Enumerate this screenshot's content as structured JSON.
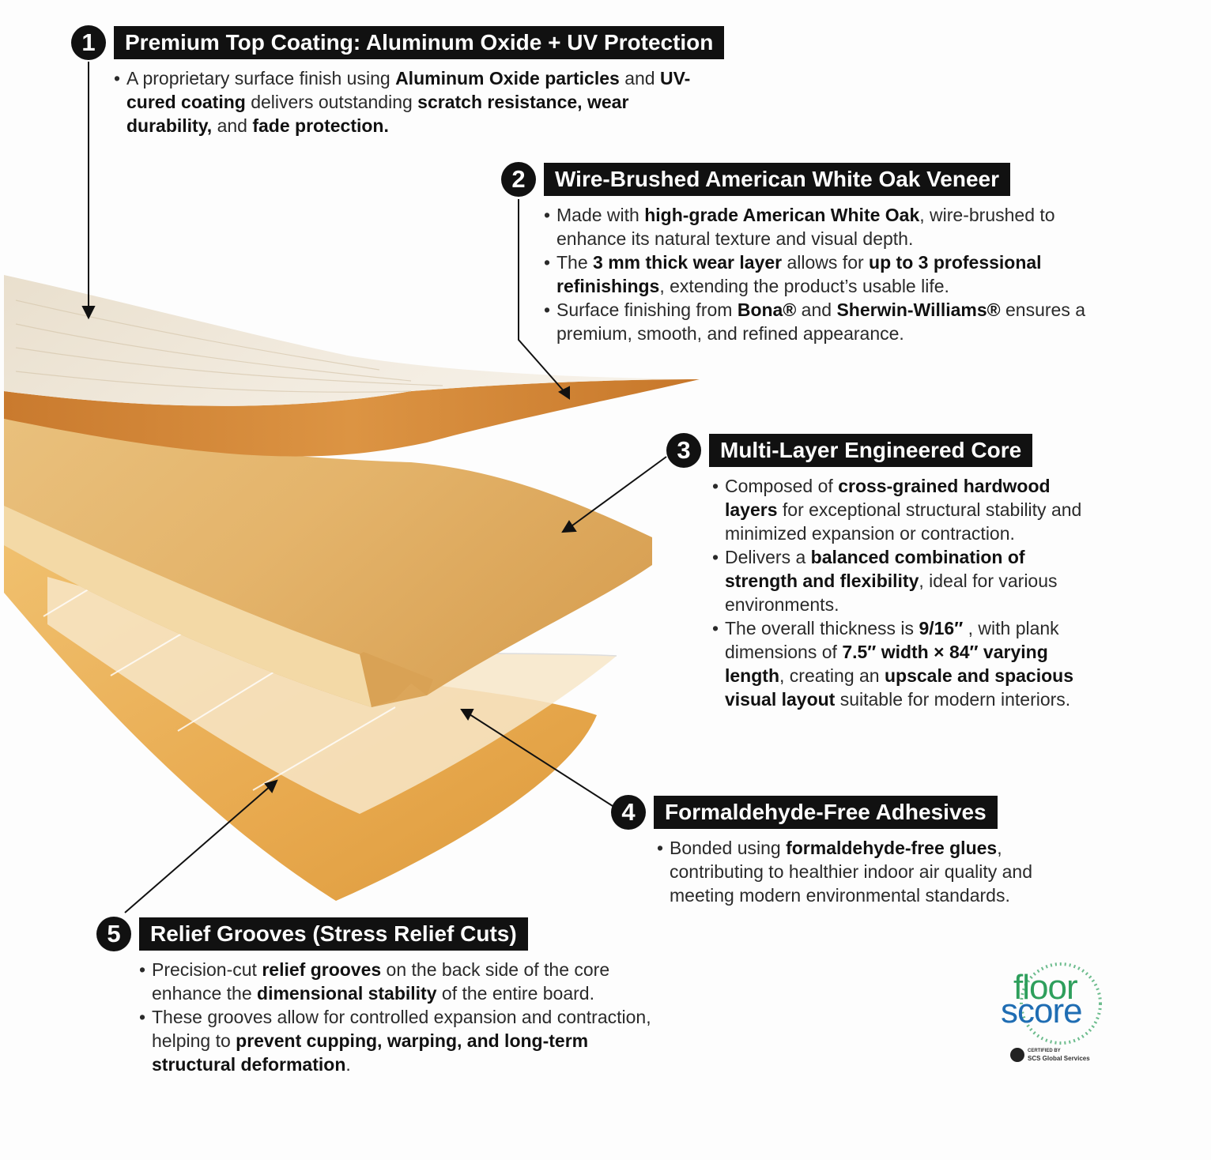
{
  "callouts": [
    {
      "number": "1",
      "title": "Premium Top Coating: Aluminum Oxide + UV Protection",
      "bullets": [
        [
          {
            "t": "A proprietary surface finish using "
          },
          {
            "t": "Aluminum Oxide particles",
            "b": true
          },
          {
            "t": " and "
          },
          {
            "t": "UV-cured coating",
            "b": true
          },
          {
            "t": " delivers outstanding "
          },
          {
            "t": "scratch resistance, wear durability,",
            "b": true
          },
          {
            "t": " and "
          },
          {
            "t": "fade protection.",
            "b": true
          }
        ]
      ]
    },
    {
      "number": "2",
      "title": "Wire-Brushed American White Oak Veneer",
      "bullets": [
        [
          {
            "t": "Made with "
          },
          {
            "t": "high-grade American White Oak",
            "b": true
          },
          {
            "t": ", wire-brushed to enhance its natural texture and visual depth."
          }
        ],
        [
          {
            "t": "The "
          },
          {
            "t": "3 mm thick wear layer",
            "b": true
          },
          {
            "t": " allows for "
          },
          {
            "t": "up to 3 professional refinishings",
            "b": true
          },
          {
            "t": ", extending the product’s usable life."
          }
        ],
        [
          {
            "t": "Surface finishing from "
          },
          {
            "t": "Bona®",
            "b": true
          },
          {
            "t": " and "
          },
          {
            "t": "Sherwin-Williams®",
            "b": true
          },
          {
            "t": " ensures a premium, smooth, and refined appearance."
          }
        ]
      ]
    },
    {
      "number": "3",
      "title": "Multi-Layer Engineered Core",
      "bullets": [
        [
          {
            "t": "Composed of "
          },
          {
            "t": "cross-grained hardwood layers",
            "b": true
          },
          {
            "t": " for exceptional structural stability and minimized expansion or contraction."
          }
        ],
        [
          {
            "t": "Delivers a "
          },
          {
            "t": "balanced combination of strength and flexibility",
            "b": true
          },
          {
            "t": ", ideal for various environments."
          }
        ],
        [
          {
            "t": "The overall thickness is "
          },
          {
            "t": "9/16″",
            "b": true
          },
          {
            "t": " , with plank dimensions of "
          },
          {
            "t": "7.5″ width × 84″ varying length",
            "b": true
          },
          {
            "t": ", creating an "
          },
          {
            "t": "upscale and spacious visual layout",
            "b": true
          },
          {
            "t": " suitable for modern interiors."
          }
        ]
      ]
    },
    {
      "number": "4",
      "title": "Formaldehyde-Free Adhesives",
      "bullets": [
        [
          {
            "t": "Bonded using "
          },
          {
            "t": "formaldehyde-free glues",
            "b": true
          },
          {
            "t": ", contributing to healthier indoor air quality and meeting modern environmental standards."
          }
        ]
      ]
    },
    {
      "number": "5",
      "title": "Relief Grooves (Stress Relief Cuts)",
      "bullets": [
        [
          {
            "t": "Precision-cut "
          },
          {
            "t": "relief grooves",
            "b": true
          },
          {
            "t": " on the back side of the core enhance the "
          },
          {
            "t": "dimensional stability",
            "b": true
          },
          {
            "t": " of the entire board."
          }
        ],
        [
          {
            "t": "These grooves allow for controlled expansion and contraction, helping to "
          },
          {
            "t": "prevent cupping, warping, and long-term structural deformation",
            "b": true
          },
          {
            "t": "."
          }
        ]
      ]
    }
  ],
  "logo": {
    "word1": "floor",
    "word2": "score",
    "cert_line1": "CERTIFIED BY",
    "cert_line2": "SCS Global Services"
  },
  "colors": {
    "label_bg": "#111111",
    "label_text": "#ffffff",
    "veneer_top": "#efe6d6",
    "veneer_edge": "#d48a3a",
    "core": "#e2b36a",
    "backing": "#e7a545",
    "logo_green": "#2e9f5c",
    "logo_blue": "#1f6db3"
  }
}
